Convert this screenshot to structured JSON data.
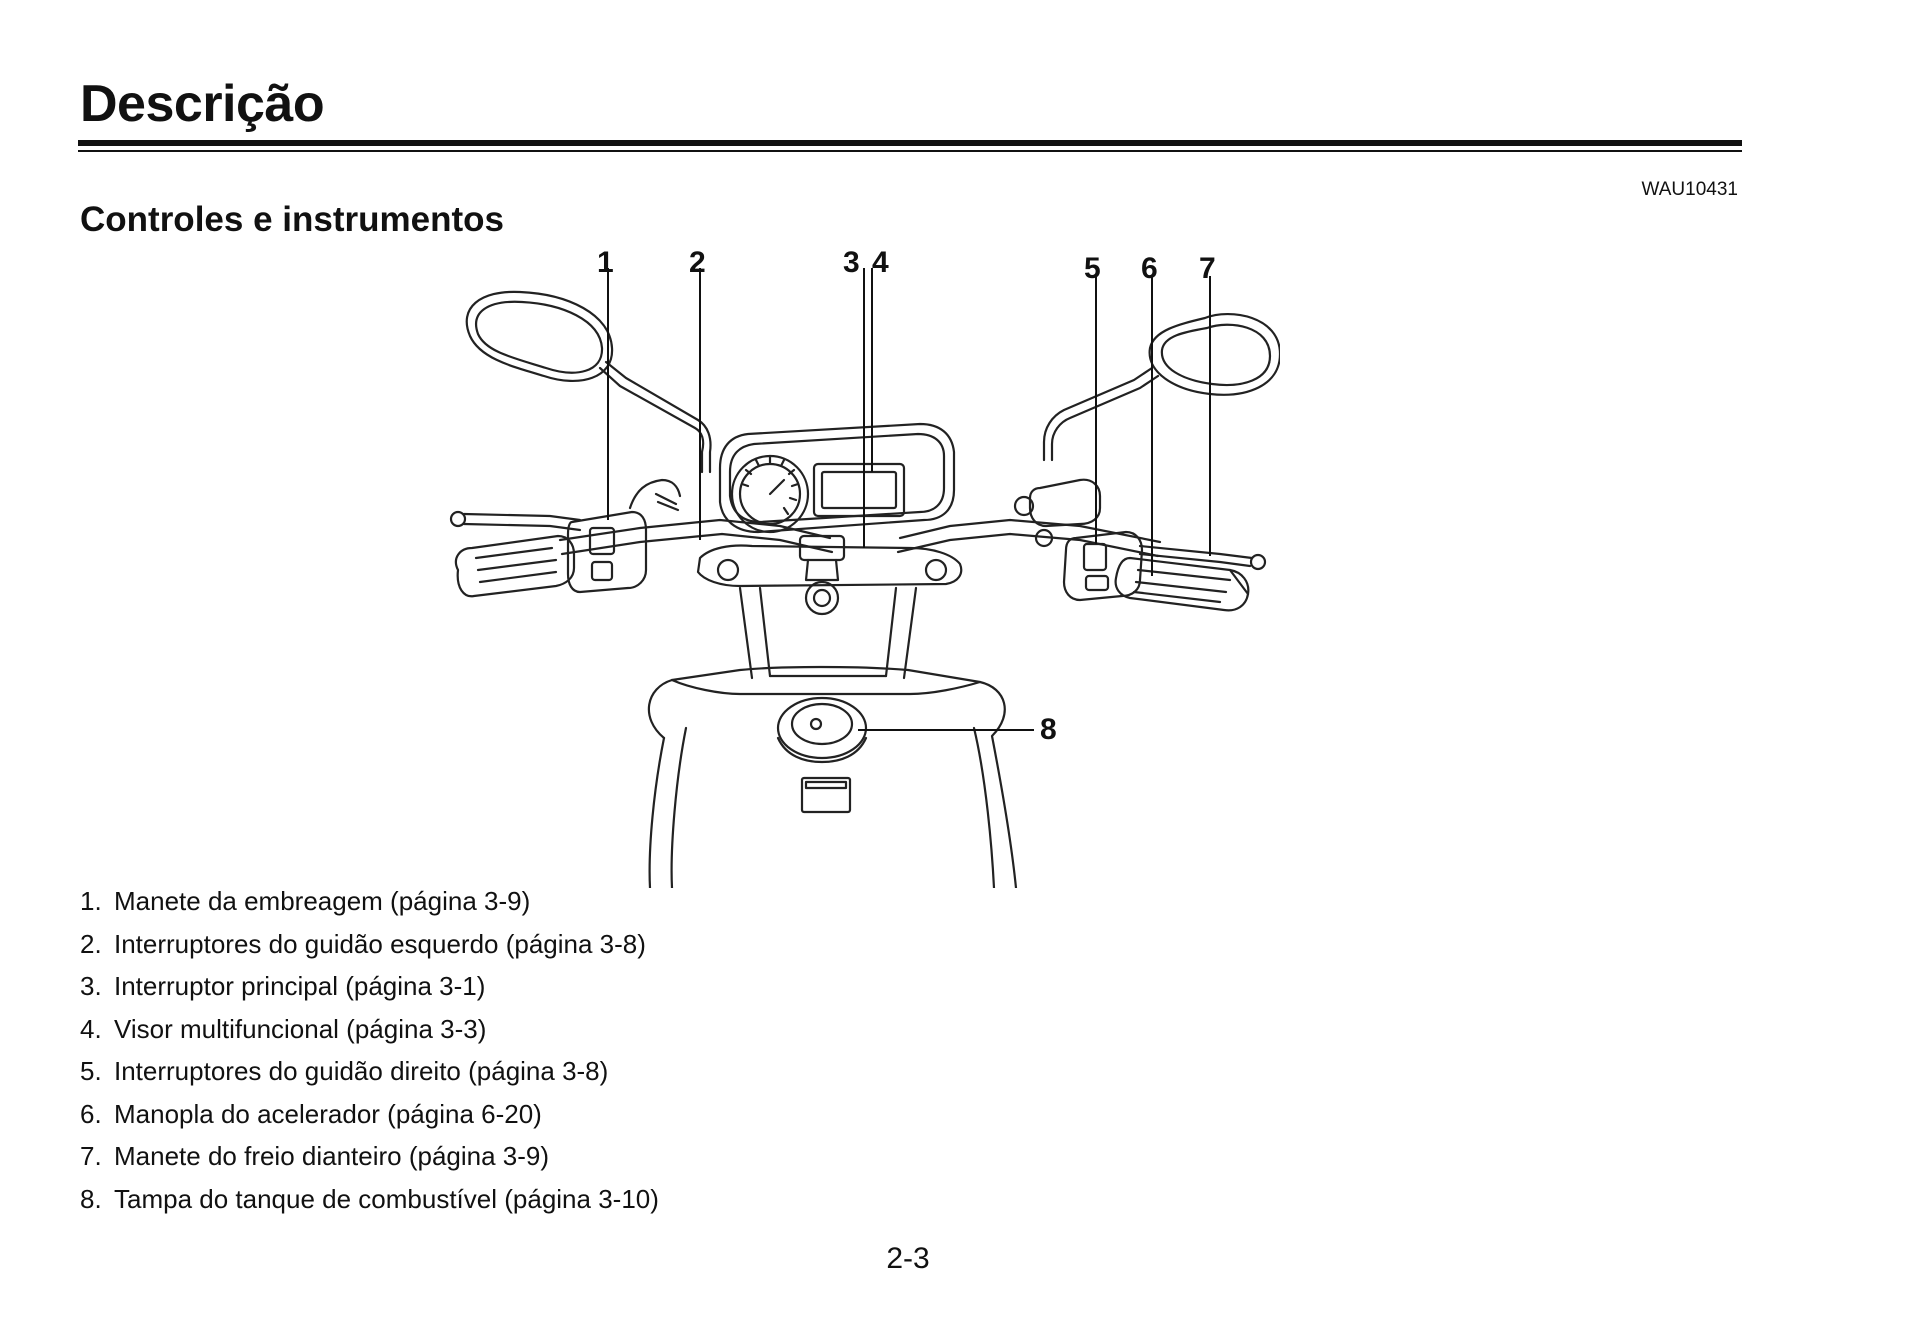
{
  "header": {
    "title": "Descrição",
    "code": "WAU10431"
  },
  "section": {
    "title": "Controles e instrumentos"
  },
  "figure": {
    "callouts": [
      "1",
      "2",
      "3",
      "4",
      "5",
      "6",
      "7",
      "8"
    ]
  },
  "legend": [
    {
      "num": "1.",
      "text": "Manete da embreagem (página 3-9)"
    },
    {
      "num": "2.",
      "text": "Interruptores do guidão esquerdo (página 3-8)"
    },
    {
      "num": "3.",
      "text": "Interruptor principal (página 3-1)"
    },
    {
      "num": "4.",
      "text": "Visor multifuncional (página 3-3)"
    },
    {
      "num": "5.",
      "text": "Interruptores do guidão direito (página 3-8)"
    },
    {
      "num": "6.",
      "text": "Manopla do acelerador (página 6-20)"
    },
    {
      "num": "7.",
      "text": "Manete do freio dianteiro (página 3-9)"
    },
    {
      "num": "8.",
      "text": "Tampa do tanque de combustível (página 3-10)"
    }
  ],
  "footer": {
    "page_number": "2-3"
  }
}
